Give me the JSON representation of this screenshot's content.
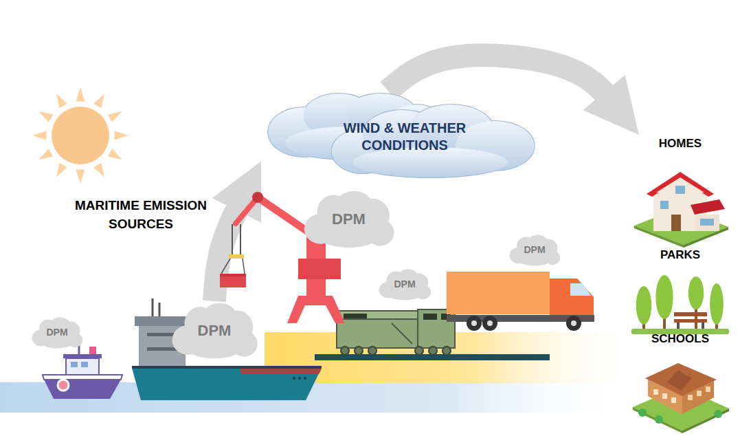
{
  "diagram": {
    "nodes": [
      {
        "text": [
          "WIND & WEATHER CONDITIONS"
        ]
      },
      {
        "text": [
          "DPM"
        ]
      },
      {
        "text": [
          "DPM"
        ]
      },
      {
        "text": [
          "DPM"
        ]
      },
      {
        "text": [
          "DPM"
        ]
      },
      {
        "text": [
          "DPM"
        ]
      },
      {
        "text": [
          "HOMES"
        ]
      },
      {
        "text": [
          "PARKS"
        ]
      },
      {
        "text": [
          "SCHOOLS"
        ]
      }
    ],
    "edges": [
      {
        "from": 5,
        "to": 0,
        "arrow": "to"
      },
      {
        "from": 0,
        "to": 6,
        "arrow": "to"
      }
    ],
    "labels": [
      "MARITIME EMISSION SOURCES"
    ]
  }
}
